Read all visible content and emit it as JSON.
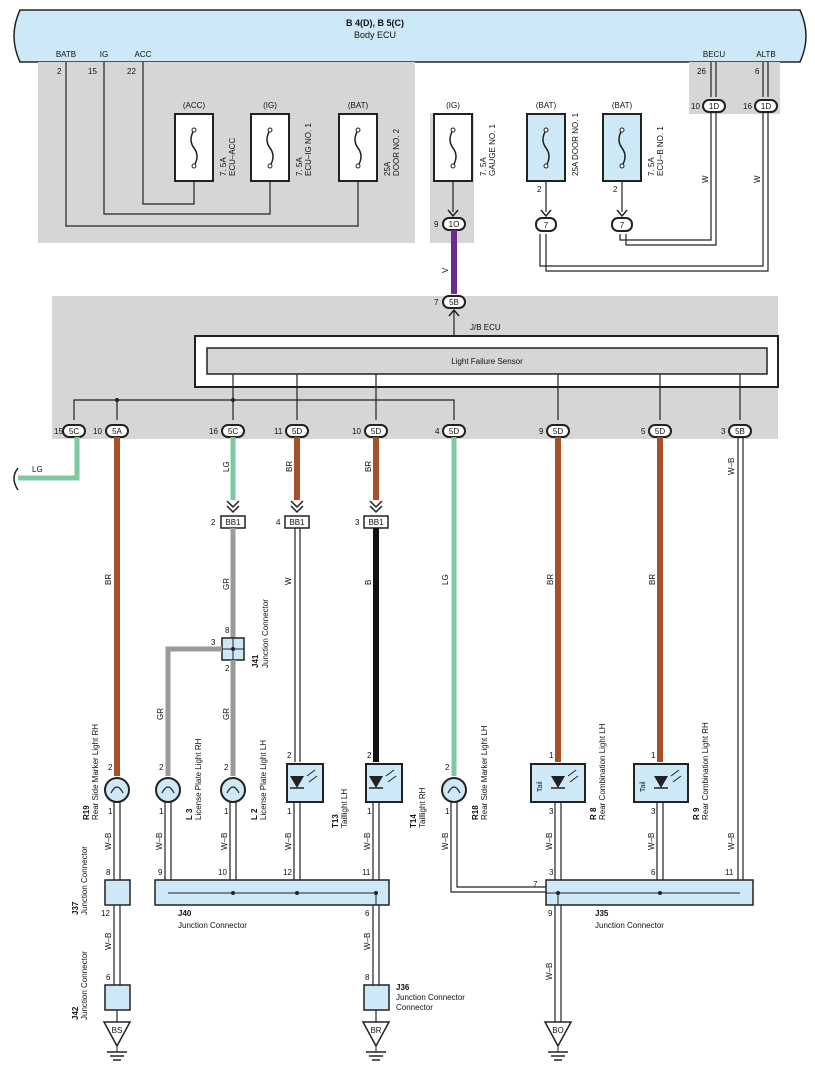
{
  "ecu": {
    "code": "B 4(D), B 5(C)",
    "name": "Body ECU"
  },
  "ecu_terminals": [
    {
      "name": "BATB",
      "pin": "2"
    },
    {
      "name": "IG",
      "pin": "15"
    },
    {
      "name": "ACC",
      "pin": "22"
    },
    {
      "name": "BECU",
      "pin": "26"
    },
    {
      "name": "ALTB",
      "pin": "6"
    }
  ],
  "fuses": [
    {
      "power": "(ACC)",
      "rating": "7. 5A",
      "name": "ECU–ACC"
    },
    {
      "power": "(IG)",
      "rating": "7. 5A",
      "name": "ECU–IG NO. 1"
    },
    {
      "power": "(BAT)",
      "rating": "25A",
      "name": "DOOR NO. 2"
    },
    {
      "power": "(IG)",
      "rating": "7. 5A",
      "name": "GAUGE NO. 1"
    },
    {
      "power": "(BAT)",
      "rating": "",
      "name": "25A DOOR NO. 1"
    },
    {
      "power": "(BAT)",
      "rating": "7. 5A",
      "name": "ECU–B NO. 1"
    }
  ],
  "connectors": {
    "c10": "1O",
    "c7": "7",
    "c1d": "1D",
    "c5b": "5B",
    "c5a": "5A",
    "c5c": "5C",
    "c5d": "5D",
    "bb1": "BB1"
  },
  "pins": {
    "p9": "9",
    "p10": "10",
    "p16": "16",
    "p7": "7",
    "p26": "26",
    "p6": "6",
    "p2": "2",
    "p15": "15",
    "p11": "11",
    "p4": "4",
    "p5": "5",
    "p3": "3",
    "p1": "1",
    "p8": "8",
    "p12": "12"
  },
  "wire_colors": {
    "V": "V",
    "W": "W",
    "LG": "LG",
    "BR": "BR",
    "GR": "GR",
    "B": "B",
    "WB": "W–B"
  },
  "jb": {
    "label": "J/B ECU",
    "sensor": "Light Failure Sensor"
  },
  "lamps": [
    {
      "code": "R19",
      "name": "Rear Side Marker Light RH"
    },
    {
      "code": "L 3",
      "name": "License Plate Light RH"
    },
    {
      "code": "L 2",
      "name": "License Plate Light LH"
    },
    {
      "code": "T13",
      "name": "Taillight LH"
    },
    {
      "code": "T14",
      "name": "Taillight RH"
    },
    {
      "code": "R18",
      "name": "Rear Side Marker Light LH"
    },
    {
      "code": "R 8",
      "name": "Rear Combination Light LH"
    },
    {
      "code": "R 9",
      "name": "Rear Combination Light RH"
    }
  ],
  "tail_label": "Tail",
  "junctions": [
    {
      "code": "J41",
      "name": "Junction Connector"
    },
    {
      "code": "J37",
      "name": "Junction Connector"
    },
    {
      "code": "J40",
      "name": "Junction Connector"
    },
    {
      "code": "J35",
      "name": "Junction Connector"
    },
    {
      "code": "J42",
      "name": "Junction Connector"
    },
    {
      "code": "J36",
      "name": "Junction Connector"
    }
  ],
  "grounds": [
    "BS",
    "BR",
    "BO"
  ],
  "colors": {
    "violet": "#6a2c8f",
    "brown": "#a9502a",
    "light_green": "#7dc9a0",
    "gray_wire": "#9a9a9a",
    "black_wire": "#111111",
    "module_blue": "#cde8f6",
    "panel_gray": "#d6d6d6"
  }
}
